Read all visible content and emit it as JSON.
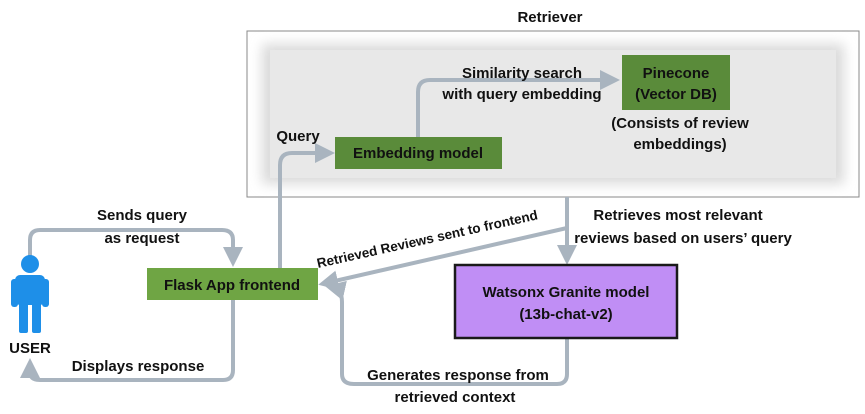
{
  "colors": {
    "node_green": "#5a8b3a",
    "node_green_light": "#6fa544",
    "watson_fill": "#c08ef5",
    "watson_border": "#1a1a1a",
    "arrow": "#a9b4bf",
    "retriever_bg": "#e6e6e6",
    "user_icon": "#1e8fe8"
  },
  "retriever": {
    "title": "Retriever"
  },
  "nodes": {
    "embedding": "Embedding model",
    "pinecone_line1": "Pinecone",
    "pinecone_line2": "(Vector DB)",
    "pinecone_note_line1": "(Consists of review",
    "pinecone_note_line2": "embeddings)",
    "flask": "Flask App frontend",
    "watson_line1": "Watsonx Granite model",
    "watson_line2": "(13b-chat-v2)",
    "user": "USER"
  },
  "edges": {
    "similarity_line1": "Similarity search",
    "similarity_line2": "with query embedding",
    "query": "Query",
    "sends_line1": "Sends query",
    "sends_line2": "as request",
    "retrieved_reviews": "Retrieved Reviews sent to frontend",
    "retrieves_line1": "Retrieves most relevant",
    "retrieves_line2": "reviews based on users’ query",
    "displays": "Displays response",
    "generates_line1": "Generates response from",
    "generates_line2": "retrieved context"
  },
  "icons": {
    "user": "person-icon"
  }
}
